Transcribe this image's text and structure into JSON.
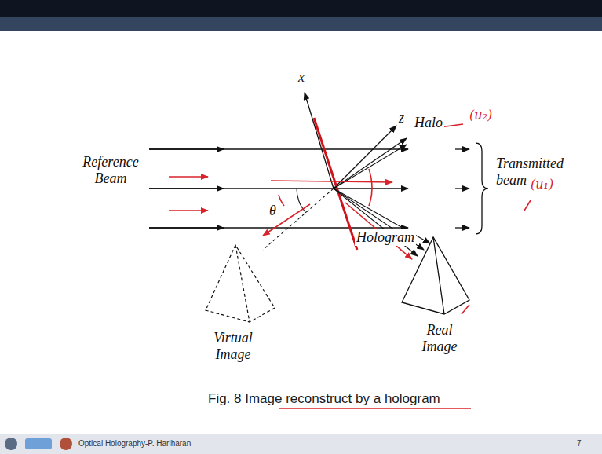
{
  "diagram": {
    "caption": "Fig. 8 Image reconstruct by a hologram",
    "labels": [
      "x",
      "z",
      "Halo",
      "(u₂)",
      "Reference Beam",
      "θ",
      "Transmitted beam",
      "(u₁)",
      "Hologram",
      "Virtual Image",
      "Real Image",
      "Optical Holography-P. Hariharan",
      "7"
    ]
  }
}
